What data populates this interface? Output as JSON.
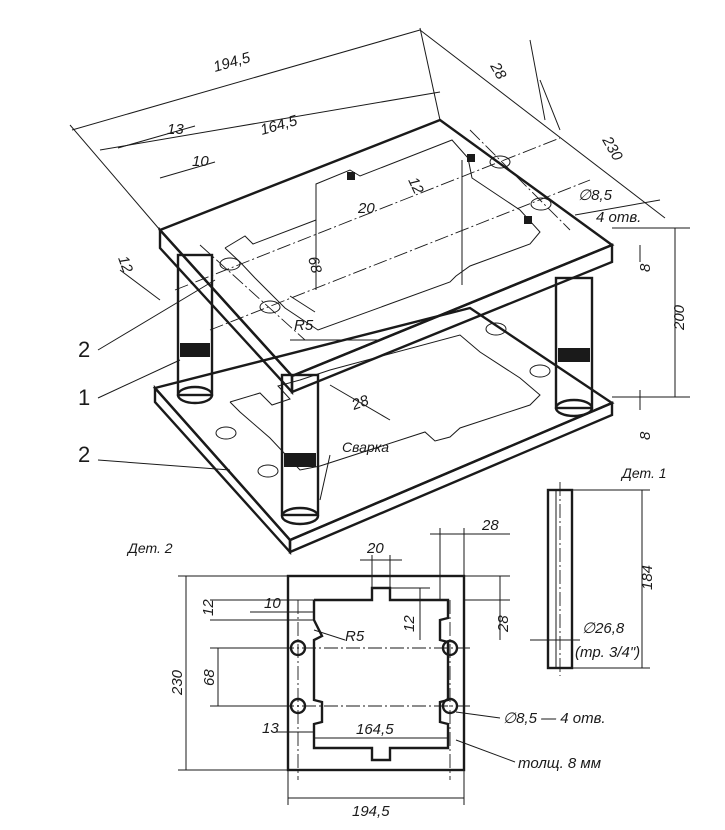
{
  "palette": {
    "ink": "#1a1a1a",
    "paper": "#ffffff"
  },
  "labels": {
    "part1": "Дет. 1",
    "part2": "Дет. 2",
    "weld": "Сварка",
    "callout_1": "1",
    "callout_2_top": "2",
    "callout_2_bottom": "2"
  },
  "dimensions": {
    "iso_width": "194,5",
    "iso_inner": "164,5",
    "iso_depth": "230",
    "iso_13": "13",
    "iso_10": "10",
    "iso_28_top": "28",
    "iso_12_top": "12",
    "iso_20": "20",
    "iso_hole": "∅8,5",
    "iso_holes_count": "4 отв.",
    "iso_68": "68",
    "iso_12_left": "12",
    "iso_r5": "R5",
    "iso_28_bottom": "28",
    "iso_height": "200",
    "iso_8_top": "8",
    "iso_8_bottom": "8",
    "p1_length": "184",
    "p1_dia": "∅26,8",
    "p1_pipe": "(тр. 3/4\")",
    "p2_20": "20",
    "p2_28_top": "28",
    "p2_28_side": "28",
    "p2_12_left": "12",
    "p2_10": "10",
    "p2_r5": "R5",
    "p2_12_right": "12",
    "p2_230": "230",
    "p2_68": "68",
    "p2_13": "13",
    "p2_164": "164,5",
    "p2_holes": "∅8,5 — 4 отв.",
    "p2_thickness": "толщ. 8 мм",
    "p2_194": "194,5"
  }
}
